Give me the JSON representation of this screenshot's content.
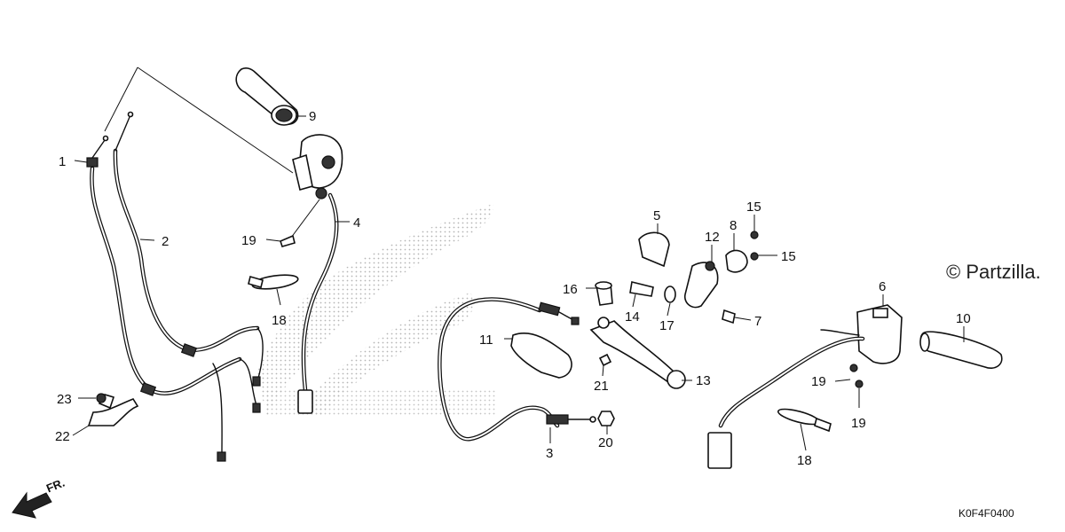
{
  "diagram": {
    "callouts": [
      {
        "id": "1",
        "label": "1"
      },
      {
        "id": "2",
        "label": "2"
      },
      {
        "id": "3",
        "label": "3"
      },
      {
        "id": "4",
        "label": "4"
      },
      {
        "id": "5",
        "label": "5"
      },
      {
        "id": "6",
        "label": "6"
      },
      {
        "id": "7",
        "label": "7"
      },
      {
        "id": "8",
        "label": "8"
      },
      {
        "id": "9",
        "label": "9"
      },
      {
        "id": "10",
        "label": "10"
      },
      {
        "id": "11",
        "label": "11"
      },
      {
        "id": "12",
        "label": "12"
      },
      {
        "id": "13",
        "label": "13"
      },
      {
        "id": "14",
        "label": "14"
      },
      {
        "id": "15a",
        "label": "15"
      },
      {
        "id": "15b",
        "label": "15"
      },
      {
        "id": "16",
        "label": "16"
      },
      {
        "id": "17",
        "label": "17"
      },
      {
        "id": "18a",
        "label": "18"
      },
      {
        "id": "18b",
        "label": "18"
      },
      {
        "id": "19a",
        "label": "19"
      },
      {
        "id": "19b",
        "label": "19"
      },
      {
        "id": "19c",
        "label": "19"
      },
      {
        "id": "20",
        "label": "20"
      },
      {
        "id": "21",
        "label": "21"
      },
      {
        "id": "22",
        "label": "22"
      },
      {
        "id": "23",
        "label": "23"
      }
    ],
    "copyright": "© Partzilla.",
    "diagram_code": "K0F4F0400",
    "front_marker": "FR."
  },
  "colors": {
    "line": "#111111",
    "background": "#ffffff",
    "watermark": "#bbbbbb"
  }
}
